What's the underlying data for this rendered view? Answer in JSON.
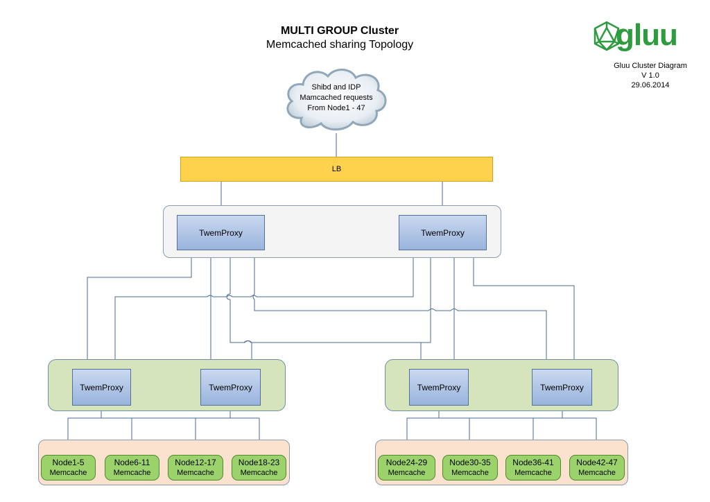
{
  "title": "MULTI GROUP Cluster",
  "subtitle": "Memcached sharing Topology",
  "logo": {
    "text": "gluu",
    "icon": "icosahedron-logo-icon",
    "color": "#2e9b3e"
  },
  "meta": {
    "name": "Gluu Cluster Diagram",
    "version": "V 1.0",
    "date": "29.06.2014"
  },
  "cloud": {
    "line1": "Shibd and IDP",
    "line2": "Mamcached requests",
    "line3": "From Node1 - 47"
  },
  "lb": {
    "label": "LB",
    "color": "#ffd24d"
  },
  "top_proxies": [
    "TwemProxy",
    "TwemProxy"
  ],
  "mid_proxies": [
    "TwemProxy",
    "TwemProxy",
    "TwemProxy",
    "TwemProxy"
  ],
  "nodes": [
    {
      "name": "Node1-5",
      "sub": "Memcache"
    },
    {
      "name": "Node6-11",
      "sub": "Memcache"
    },
    {
      "name": "Node12-17",
      "sub": "Memcache"
    },
    {
      "name": "Node18-23",
      "sub": "Memcache"
    },
    {
      "name": "Node24-29",
      "sub": "Memcache"
    },
    {
      "name": "Node30-35",
      "sub": "Memcache"
    },
    {
      "name": "Node36-41",
      "sub": "Memcache"
    },
    {
      "name": "Node42-47",
      "sub": "Memcache"
    }
  ],
  "colors": {
    "proxy": "#9ab4dd",
    "group_panel": "#d6e4bc",
    "node_panel": "#fbe2cf",
    "node": "#9bd26b",
    "connector": "#4a6a94"
  }
}
